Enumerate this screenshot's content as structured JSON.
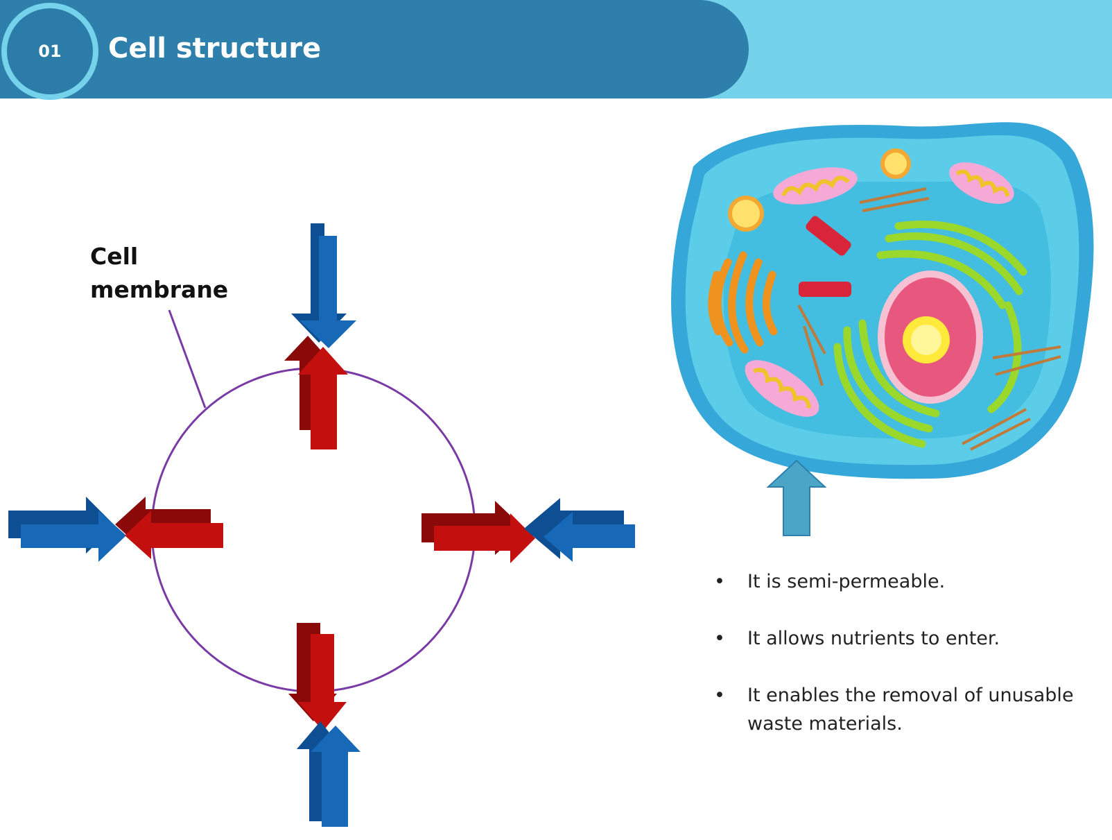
{
  "header": {
    "number": "01",
    "title": "Cell structure"
  },
  "diagram": {
    "membrane_label_line1": "Cell",
    "membrane_label_line2": "membrane"
  },
  "bullets": [
    "It is semi-permeable.",
    "It allows nutrients to enter.",
    "It enables the removal of unusable waste materials."
  ],
  "colors": {
    "header_light": "#74d3ea",
    "header_dark": "#2e7fac",
    "arrow_in": "#1769b8",
    "arrow_out": "#c40f0f",
    "membrane": "#7a3aa6",
    "cell_cytoplasm": "#5ccde8",
    "nucleus": "#e8587e",
    "pointer_arrow": "#4aa5c7"
  }
}
